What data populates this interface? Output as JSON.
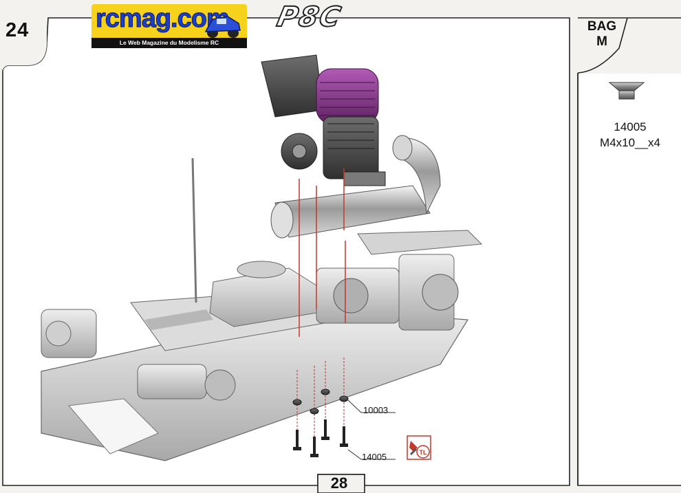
{
  "header": {
    "step_number": "24",
    "model_name": "P8C",
    "page_number": "28",
    "brand": {
      "name": "rcmag.com",
      "tagline": "Le Web Magazine du Modelisme RC"
    }
  },
  "parts_box": {
    "bag_line1": "BAG",
    "bag_line2": "M",
    "screw_icon": "countersunk-screw-icon",
    "part_number": "14005",
    "spec": "M4x10__x4"
  },
  "callouts": [
    {
      "id": "10003",
      "text": "10003"
    },
    {
      "id": "14005",
      "text": "14005"
    }
  ],
  "tool_icon": {
    "name": "threadlock-icon",
    "text": "TL"
  },
  "colors": {
    "engine_head": "#8a3a8e",
    "guide_line": "#c0392b",
    "brand_bg": "#f7d21c",
    "brand_text": "#1d3fc4"
  }
}
